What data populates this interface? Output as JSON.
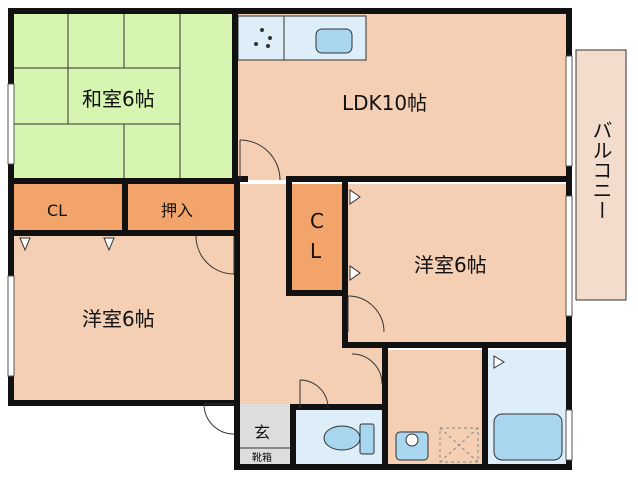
{
  "rooms": {
    "washitsu": "和室6帖",
    "ldk": "LDK10帖",
    "balcony": "バルコニー",
    "cl_left": "CL",
    "oshiire": "押入",
    "cl_center_c": "C",
    "cl_center_l": "L",
    "youshitsu_right": "洋室6帖",
    "youshitsu_left": "洋室6帖",
    "genkan": "玄",
    "getabako": "靴箱"
  },
  "colors": {
    "wall": "#111111",
    "tatami": "#d6f5b0",
    "wood": "#f4cfb3",
    "closet": "#f2a46a",
    "wet": "#ddeef8",
    "balcony": "#f3dccb",
    "fixture": "#a7d6ee"
  }
}
